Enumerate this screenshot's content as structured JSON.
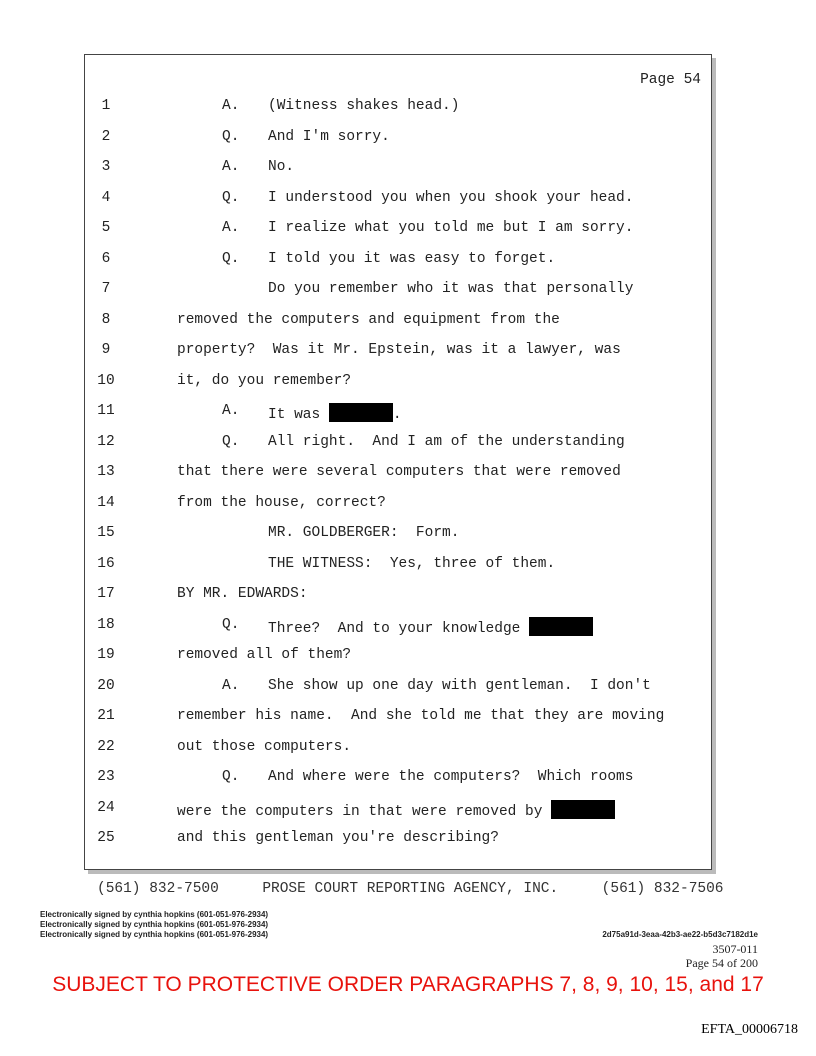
{
  "page_label": "Page 54",
  "lines": [
    {
      "n": "1",
      "lab": "A.",
      "text": "(Witness shakes head.)"
    },
    {
      "n": "2",
      "lab": "Q.",
      "text": "And I'm sorry."
    },
    {
      "n": "3",
      "lab": "A.",
      "text": "No."
    },
    {
      "n": "4",
      "lab": "Q.",
      "text": "I understood you when you shook your head."
    },
    {
      "n": "5",
      "lab": "A.",
      "text": "I realize what you told me but I am sorry."
    },
    {
      "n": "6",
      "lab": "Q.",
      "text": "I told you it was easy to forget."
    },
    {
      "n": "7",
      "lab": "",
      "text": "Do you remember who it was that personally",
      "indent": "cont"
    },
    {
      "n": "8",
      "lab": "",
      "text": "removed the computers and equipment from the",
      "indent": "left"
    },
    {
      "n": "9",
      "lab": "",
      "text": "property?  Was it Mr. Epstein, was it a lawyer, was",
      "indent": "left"
    },
    {
      "n": "10",
      "lab": "",
      "text": "it, do you remember?",
      "indent": "left"
    },
    {
      "n": "11",
      "lab": "A.",
      "text": "It was ",
      "redact": true,
      "after": "."
    },
    {
      "n": "12",
      "lab": "Q.",
      "text": "All right.  And I am of the understanding"
    },
    {
      "n": "13",
      "lab": "",
      "text": "that there were several computers that were removed",
      "indent": "left"
    },
    {
      "n": "14",
      "lab": "",
      "text": "from the house, correct?",
      "indent": "left"
    },
    {
      "n": "15",
      "lab": "",
      "text": "MR. GOLDBERGER:  Form.",
      "indent": "cont"
    },
    {
      "n": "16",
      "lab": "",
      "text": "THE WITNESS:  Yes, three of them.",
      "indent": "cont"
    },
    {
      "n": "17",
      "lab": "",
      "text": "BY MR. EDWARDS:",
      "indent": "left"
    },
    {
      "n": "18",
      "lab": "Q.",
      "text": "Three?  And to your knowledge ",
      "redact": true,
      "after": ""
    },
    {
      "n": "19",
      "lab": "",
      "text": "removed all of them?",
      "indent": "left"
    },
    {
      "n": "20",
      "lab": "A.",
      "text": "She show up one day with gentleman.  I don't"
    },
    {
      "n": "21",
      "lab": "",
      "text": "remember his name.  And she told me that they are moving",
      "indent": "left"
    },
    {
      "n": "22",
      "lab": "",
      "text": "out those computers.",
      "indent": "left"
    },
    {
      "n": "23",
      "lab": "Q.",
      "text": "And where were the computers?  Which rooms"
    },
    {
      "n": "24",
      "lab": "",
      "text": "were the computers in that were removed by ",
      "indent": "left",
      "redact": true,
      "after": ""
    },
    {
      "n": "25",
      "lab": "",
      "text": "and this gentleman you're describing?",
      "indent": "left"
    }
  ],
  "footer": "(561) 832-7500     PROSE COURT REPORTING AGENCY, INC.     (561) 832-7506",
  "signatures": [
    "Electronically signed by cynthia hopkins (601-051-976-2934)",
    "Electronically signed by cynthia hopkins (601-051-976-2934)",
    "Electronically signed by cynthia hopkins (601-051-976-2934)"
  ],
  "hash": "2d75a91d-3eaa-42b3-ae22-b5d3c7182d1e",
  "doc_number": "3507-011",
  "page_of": "Page 54 of 200",
  "protective_order": "SUBJECT TO PROTECTIVE ORDER PARAGRAPHS 7, 8, 9, 10, 15, and 17",
  "bates": "EFTA_00006718"
}
